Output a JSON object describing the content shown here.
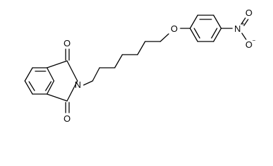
{
  "molecule": {
    "atoms": {
      "carbonyl_top_o": "O",
      "carbonyl_bottom_o": "O",
      "imide_n": "N",
      "ether_o": "O",
      "nitro_n": "N",
      "nitro_o_top": "O",
      "nitro_o_bottom": "O"
    },
    "charges": {
      "nitro_n_charge": "+",
      "nitro_o_charge": "−"
    }
  }
}
